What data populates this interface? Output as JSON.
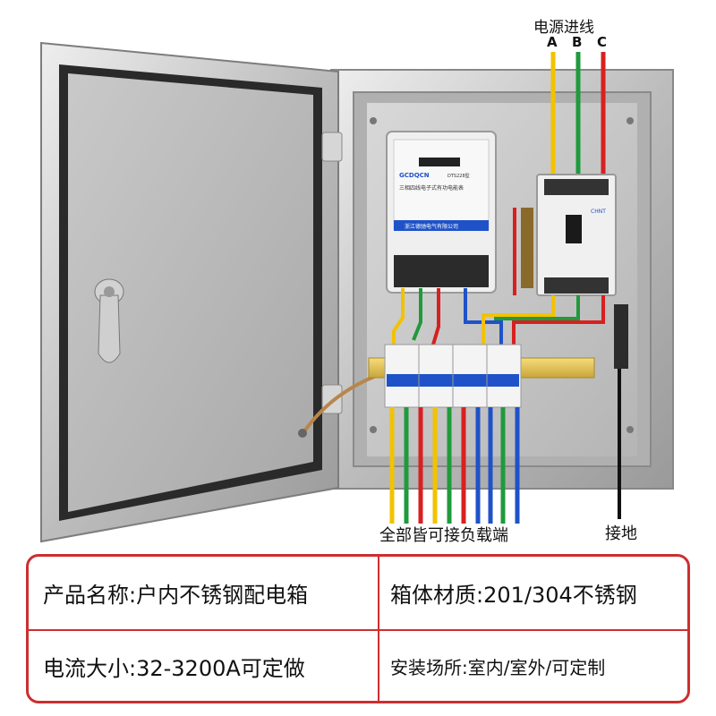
{
  "labels": {
    "power_input": "电源进线",
    "phase_a": "A",
    "phase_b": "B",
    "phase_c": "C",
    "load_terminals": "全部皆可接负载端",
    "ground": "接地"
  },
  "meter": {
    "brand": "GCDQCN",
    "model": "DTS228型",
    "name": "三相四线电子式有功电能表",
    "maker": "浙江德驰电气有限公司"
  },
  "breaker_brand": "CHNT",
  "specs": {
    "product_name": "产品名称:户内不锈钢配电箱",
    "material": "箱体材质:201/304不锈钢",
    "current": "电流大小:32-3200A可定做",
    "location": "安装场所:室内/室外/可定制"
  },
  "colors": {
    "wire_yellow": "#f2c200",
    "wire_green": "#1f9a3c",
    "wire_red": "#d82020",
    "wire_blue": "#1f52c8",
    "accent_red": "#cc2f2f"
  }
}
